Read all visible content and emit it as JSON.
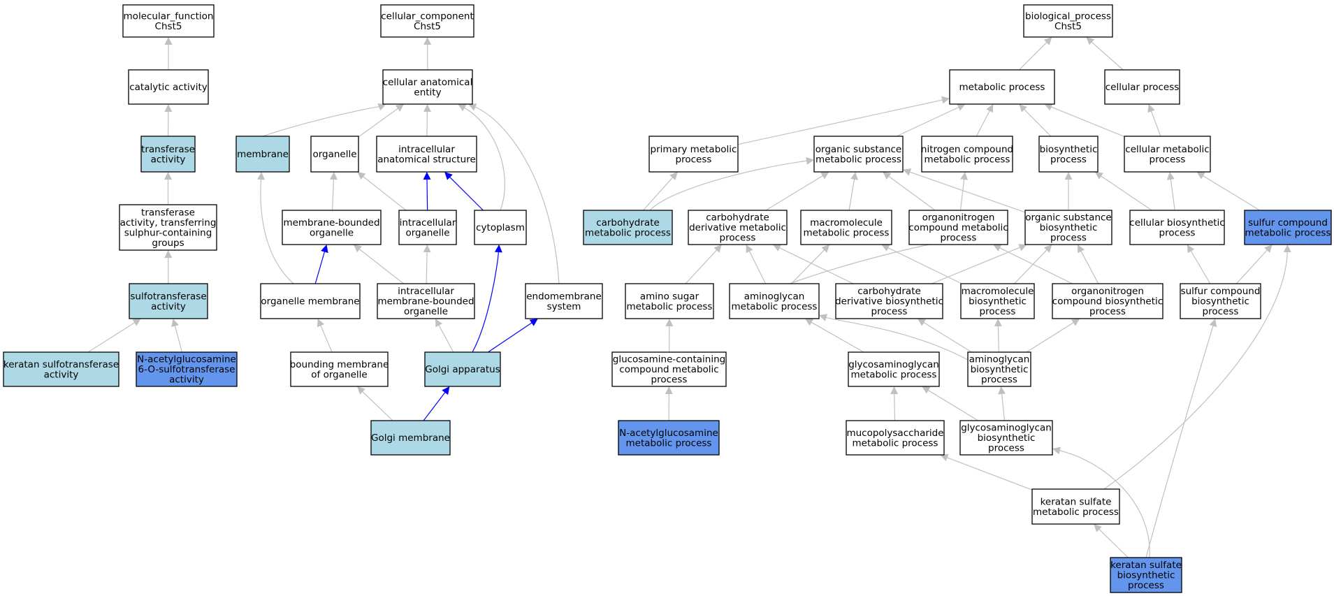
{
  "colors": {
    "normal": "#ffffff",
    "highlight": "#add8e6",
    "annotated": "#6495ed",
    "edge_grey": "#c0c0c0",
    "edge_blue": "#0000ff"
  },
  "nodes": [
    {
      "id": "mf",
      "lines": [
        "molecular_function",
        "Chst5"
      ],
      "style": "normal"
    },
    {
      "id": "cat",
      "lines": [
        "catalytic activity"
      ],
      "style": "normal"
    },
    {
      "id": "tra",
      "lines": [
        "transferase",
        "activity"
      ],
      "style": "highlight"
    },
    {
      "id": "trs",
      "lines": [
        "transferase",
        "activity, transferring",
        "sulphur-containing",
        "groups"
      ],
      "style": "normal"
    },
    {
      "id": "sul",
      "lines": [
        "sulfotransferase",
        "activity"
      ],
      "style": "highlight"
    },
    {
      "id": "kst",
      "lines": [
        "keratan sulfotransferase",
        "activity"
      ],
      "style": "highlight"
    },
    {
      "id": "nag6",
      "lines": [
        "N-acetylglucosamine",
        "6-O-sulfotransferase",
        "activity"
      ],
      "style": "annotated"
    },
    {
      "id": "cc",
      "lines": [
        "cellular_component",
        "Chst5"
      ],
      "style": "normal"
    },
    {
      "id": "cae",
      "lines": [
        "cellular anatomical",
        "entity"
      ],
      "style": "normal"
    },
    {
      "id": "mem",
      "lines": [
        "membrane"
      ],
      "style": "highlight"
    },
    {
      "id": "org",
      "lines": [
        "organelle"
      ],
      "style": "normal"
    },
    {
      "id": "ias",
      "lines": [
        "intracellular",
        "anatomical structure"
      ],
      "style": "normal"
    },
    {
      "id": "mbo",
      "lines": [
        "membrane-bounded",
        "organelle"
      ],
      "style": "normal"
    },
    {
      "id": "io",
      "lines": [
        "intracellular",
        "organelle"
      ],
      "style": "normal"
    },
    {
      "id": "cyt",
      "lines": [
        "cytoplasm"
      ],
      "style": "normal"
    },
    {
      "id": "om",
      "lines": [
        "organelle membrane"
      ],
      "style": "normal"
    },
    {
      "id": "imbo",
      "lines": [
        "intracellular",
        "membrane-bounded",
        "organelle"
      ],
      "style": "normal"
    },
    {
      "id": "ems",
      "lines": [
        "endomembrane",
        "system"
      ],
      "style": "normal"
    },
    {
      "id": "bmo",
      "lines": [
        "bounding membrane",
        "of organelle"
      ],
      "style": "normal"
    },
    {
      "id": "ga",
      "lines": [
        "Golgi apparatus"
      ],
      "style": "highlight"
    },
    {
      "id": "gm",
      "lines": [
        "Golgi membrane"
      ],
      "style": "highlight"
    },
    {
      "id": "bp",
      "lines": [
        "biological_process",
        "Chst5"
      ],
      "style": "normal"
    },
    {
      "id": "mp",
      "lines": [
        "metabolic process"
      ],
      "style": "normal"
    },
    {
      "id": "cp",
      "lines": [
        "cellular process"
      ],
      "style": "normal"
    },
    {
      "id": "pmp",
      "lines": [
        "primary metabolic",
        "process"
      ],
      "style": "normal"
    },
    {
      "id": "osmp",
      "lines": [
        "organic substance",
        "metabolic process"
      ],
      "style": "normal"
    },
    {
      "id": "ncmp",
      "lines": [
        "nitrogen compound",
        "metabolic process"
      ],
      "style": "normal"
    },
    {
      "id": "bsp",
      "lines": [
        "biosynthetic",
        "process"
      ],
      "style": "normal"
    },
    {
      "id": "cmp",
      "lines": [
        "cellular metabolic",
        "process"
      ],
      "style": "normal"
    },
    {
      "id": "chmp",
      "lines": [
        "carbohydrate",
        "metabolic process"
      ],
      "style": "highlight"
    },
    {
      "id": "cdmp",
      "lines": [
        "carbohydrate",
        "derivative metabolic",
        "process"
      ],
      "style": "normal"
    },
    {
      "id": "mmp",
      "lines": [
        "macromolecule",
        "metabolic process"
      ],
      "style": "normal"
    },
    {
      "id": "ocmp",
      "lines": [
        "organonitrogen",
        "compound metabolic",
        "process"
      ],
      "style": "normal"
    },
    {
      "id": "osbp",
      "lines": [
        "organic substance",
        "biosynthetic",
        "process"
      ],
      "style": "normal"
    },
    {
      "id": "cbp",
      "lines": [
        "cellular biosynthetic",
        "process"
      ],
      "style": "normal"
    },
    {
      "id": "scmp",
      "lines": [
        "sulfur compound",
        "metabolic process"
      ],
      "style": "annotated"
    },
    {
      "id": "asmp",
      "lines": [
        "amino sugar",
        "metabolic process"
      ],
      "style": "normal"
    },
    {
      "id": "agmp",
      "lines": [
        "aminoglycan",
        "metabolic process"
      ],
      "style": "normal"
    },
    {
      "id": "cdbp",
      "lines": [
        "carbohydrate",
        "derivative biosynthetic",
        "process"
      ],
      "style": "normal"
    },
    {
      "id": "mbp",
      "lines": [
        "macromolecule",
        "biosynthetic",
        "process"
      ],
      "style": "normal"
    },
    {
      "id": "ocbp",
      "lines": [
        "organonitrogen",
        "compound biosynthetic",
        "process"
      ],
      "style": "normal"
    },
    {
      "id": "scbp",
      "lines": [
        "sulfur compound",
        "biosynthetic",
        "process"
      ],
      "style": "normal"
    },
    {
      "id": "gccmp",
      "lines": [
        "glucosamine-containing",
        "compound metabolic",
        "process"
      ],
      "style": "normal"
    },
    {
      "id": "gagmp",
      "lines": [
        "glycosaminoglycan",
        "metabolic process"
      ],
      "style": "normal"
    },
    {
      "id": "agbp",
      "lines": [
        "aminoglycan",
        "biosynthetic",
        "process"
      ],
      "style": "normal"
    },
    {
      "id": "nagmp",
      "lines": [
        "N-acetylglucosamine",
        "metabolic process"
      ],
      "style": "annotated"
    },
    {
      "id": "mpsmp",
      "lines": [
        "mucopolysaccharide",
        "metabolic process"
      ],
      "style": "normal"
    },
    {
      "id": "gagbp",
      "lines": [
        "glycosaminoglycan",
        "biosynthetic",
        "process"
      ],
      "style": "normal"
    },
    {
      "id": "ksmp",
      "lines": [
        "keratan sulfate",
        "metabolic process"
      ],
      "style": "normal"
    },
    {
      "id": "ksbp",
      "lines": [
        "keratan sulfate",
        "biosynthetic",
        "process"
      ],
      "style": "annotated"
    }
  ],
  "edges": [
    {
      "from": "cat",
      "to": "mf",
      "color": "grey"
    },
    {
      "from": "tra",
      "to": "cat",
      "color": "grey"
    },
    {
      "from": "trs",
      "to": "tra",
      "color": "grey"
    },
    {
      "from": "sul",
      "to": "trs",
      "color": "grey"
    },
    {
      "from": "kst",
      "to": "sul",
      "color": "grey"
    },
    {
      "from": "nag6",
      "to": "sul",
      "color": "grey"
    },
    {
      "from": "cae",
      "to": "cc",
      "color": "grey"
    },
    {
      "from": "mem",
      "to": "cae",
      "color": "grey"
    },
    {
      "from": "org",
      "to": "cae",
      "color": "grey"
    },
    {
      "from": "ias",
      "to": "cae",
      "color": "grey"
    },
    {
      "from": "cyt",
      "to": "cae",
      "color": "grey"
    },
    {
      "from": "ems",
      "to": "cae",
      "color": "grey"
    },
    {
      "from": "mbo",
      "to": "org",
      "color": "grey"
    },
    {
      "from": "io",
      "to": "org",
      "color": "grey"
    },
    {
      "from": "io",
      "to": "ias",
      "color": "blue"
    },
    {
      "from": "cyt",
      "to": "ias",
      "color": "blue"
    },
    {
      "from": "om",
      "to": "mem",
      "color": "grey"
    },
    {
      "from": "om",
      "to": "mbo",
      "color": "blue"
    },
    {
      "from": "imbo",
      "to": "mbo",
      "color": "grey"
    },
    {
      "from": "imbo",
      "to": "io",
      "color": "grey"
    },
    {
      "from": "bmo",
      "to": "om",
      "color": "grey"
    },
    {
      "from": "ga",
      "to": "imbo",
      "color": "grey"
    },
    {
      "from": "ga",
      "to": "cyt",
      "color": "blue"
    },
    {
      "from": "ga",
      "to": "ems",
      "color": "blue"
    },
    {
      "from": "gm",
      "to": "bmo",
      "color": "grey"
    },
    {
      "from": "gm",
      "to": "ga",
      "color": "blue"
    },
    {
      "from": "mp",
      "to": "bp",
      "color": "grey"
    },
    {
      "from": "cp",
      "to": "bp",
      "color": "grey"
    },
    {
      "from": "pmp",
      "to": "mp",
      "color": "grey"
    },
    {
      "from": "osmp",
      "to": "mp",
      "color": "grey"
    },
    {
      "from": "ncmp",
      "to": "mp",
      "color": "grey"
    },
    {
      "from": "bsp",
      "to": "mp",
      "color": "grey"
    },
    {
      "from": "cmp",
      "to": "mp",
      "color": "grey"
    },
    {
      "from": "cmp",
      "to": "cp",
      "color": "grey"
    },
    {
      "from": "chmp",
      "to": "pmp",
      "color": "grey"
    },
    {
      "from": "chmp",
      "to": "osmp",
      "color": "grey"
    },
    {
      "from": "cdmp",
      "to": "osmp",
      "color": "grey"
    },
    {
      "from": "mmp",
      "to": "osmp",
      "color": "grey"
    },
    {
      "from": "ocmp",
      "to": "osmp",
      "color": "grey"
    },
    {
      "from": "ocmp",
      "to": "ncmp",
      "color": "grey"
    },
    {
      "from": "osbp",
      "to": "osmp",
      "color": "grey"
    },
    {
      "from": "osbp",
      "to": "bsp",
      "color": "grey"
    },
    {
      "from": "cbp",
      "to": "bsp",
      "color": "grey"
    },
    {
      "from": "cbp",
      "to": "cmp",
      "color": "grey"
    },
    {
      "from": "scmp",
      "to": "cmp",
      "color": "grey"
    },
    {
      "from": "asmp",
      "to": "cdmp",
      "color": "grey"
    },
    {
      "from": "agmp",
      "to": "cdmp",
      "color": "grey"
    },
    {
      "from": "agmp",
      "to": "mmp",
      "color": "grey"
    },
    {
      "from": "agmp",
      "to": "ocmp",
      "color": "grey"
    },
    {
      "from": "cdbp",
      "to": "cdmp",
      "color": "grey"
    },
    {
      "from": "cdbp",
      "to": "osbp",
      "color": "grey"
    },
    {
      "from": "mbp",
      "to": "mmp",
      "color": "grey"
    },
    {
      "from": "mbp",
      "to": "osbp",
      "color": "grey"
    },
    {
      "from": "ocbp",
      "to": "ocmp",
      "color": "grey"
    },
    {
      "from": "ocbp",
      "to": "osbp",
      "color": "grey"
    },
    {
      "from": "scbp",
      "to": "cbp",
      "color": "grey"
    },
    {
      "from": "scbp",
      "to": "scmp",
      "color": "grey"
    },
    {
      "from": "gccmp",
      "to": "asmp",
      "color": "grey"
    },
    {
      "from": "gagmp",
      "to": "agmp",
      "color": "grey"
    },
    {
      "from": "agbp",
      "to": "agmp",
      "color": "grey"
    },
    {
      "from": "agbp",
      "to": "cdbp",
      "color": "grey"
    },
    {
      "from": "agbp",
      "to": "mbp",
      "color": "grey"
    },
    {
      "from": "agbp",
      "to": "ocbp",
      "color": "grey"
    },
    {
      "from": "nagmp",
      "to": "gccmp",
      "color": "grey"
    },
    {
      "from": "mpsmp",
      "to": "gagmp",
      "color": "grey"
    },
    {
      "from": "gagbp",
      "to": "gagmp",
      "color": "grey"
    },
    {
      "from": "gagbp",
      "to": "agbp",
      "color": "grey"
    },
    {
      "from": "ksmp",
      "to": "mpsmp",
      "color": "grey"
    },
    {
      "from": "ksmp",
      "to": "scmp",
      "color": "grey"
    },
    {
      "from": "ksbp",
      "to": "ksmp",
      "color": "grey"
    },
    {
      "from": "ksbp",
      "to": "gagbp",
      "color": "grey"
    },
    {
      "from": "ksbp",
      "to": "scbp",
      "color": "grey"
    }
  ]
}
